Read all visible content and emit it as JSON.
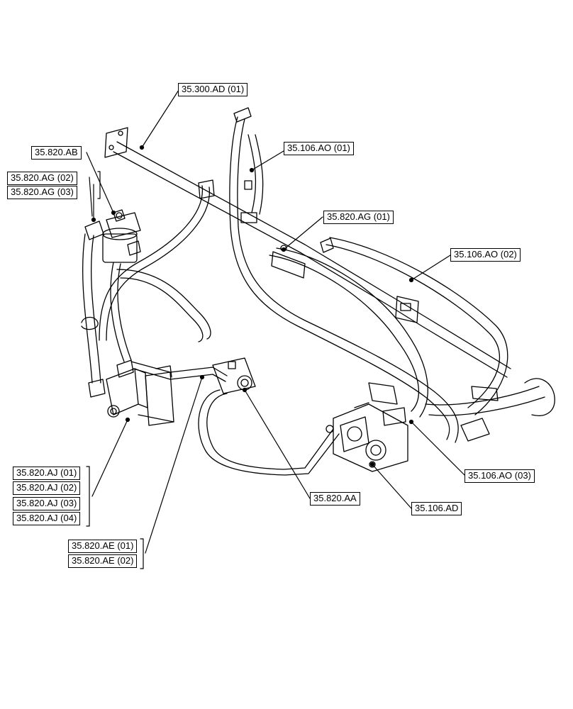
{
  "callouts": {
    "c_300_ad_01": "35.300.AD (01)",
    "c_820_ab": "35.820.AB",
    "c_820_ag_02": "35.820.AG (02)",
    "c_820_ag_03": "35.820.AG (03)",
    "c_106_ao_01": "35.106.AO (01)",
    "c_820_ag_01": "35.820.AG (01)",
    "c_106_ao_02": "35.106.AO (02)",
    "c_106_ao_03": "35.106.AO (03)",
    "c_820_aj_01": "35.820.AJ (01)",
    "c_820_aj_02": "35.820.AJ (02)",
    "c_820_aj_03": "35.820.AJ (03)",
    "c_820_aj_04": "35.820.AJ (04)",
    "c_820_aa": "35.820.AA",
    "c_106_ad": "35.106.AD",
    "c_820_ae_01": "35.820.AE (01)",
    "c_820_ae_02": "35.820.AE (02)"
  }
}
